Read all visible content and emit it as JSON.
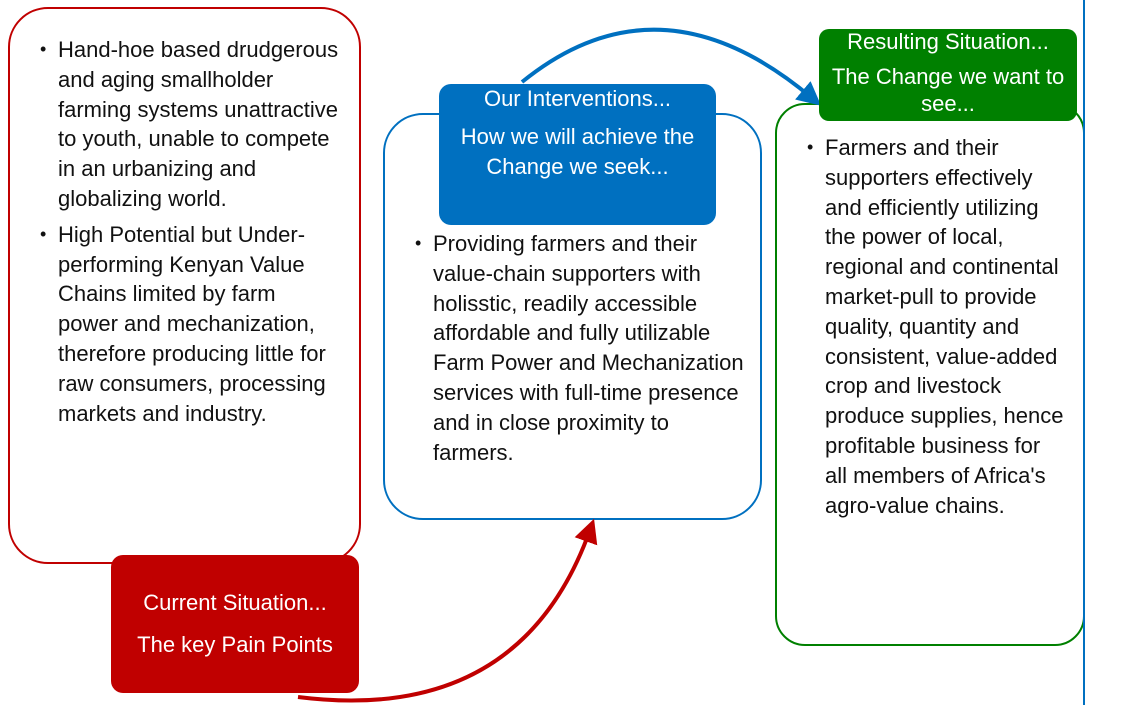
{
  "diagram": {
    "current": {
      "title": "Current Situation...",
      "subtitle": "The key Pain Points",
      "color": "#c00000",
      "bullets": [
        "Hand-hoe based drudgerous and aging smallholder farming systems unattractive to youth, unable to compete in an urbanizing and globalizing world.",
        "High Potential but Under-performing Kenyan Value Chains limited by farm power and mechanization, therefore producing little for raw consumers, processing markets and industry."
      ]
    },
    "interventions": {
      "title": "Our Interventions...",
      "subtitle": "How we will achieve the Change we seek...",
      "color": "#0070c0",
      "bullets": [
        "Providing farmers and their value-chain supporters with holisstic, readily accessible affordable and fully utilizable Farm Power and Mechanization services with full-time presence and in close proximity to farmers."
      ]
    },
    "resulting": {
      "title": "Resulting Situation...",
      "subtitle": "The Change we want to see...",
      "color": "#008000",
      "bullets": [
        "Farmers and their supporters effectively and efficiently utilizing the power of local, regional and continental market-pull to provide quality, quantity and consistent, value-added crop and livestock produce supplies, hence profitable business for all members of Africa's agro-value chains."
      ]
    }
  }
}
